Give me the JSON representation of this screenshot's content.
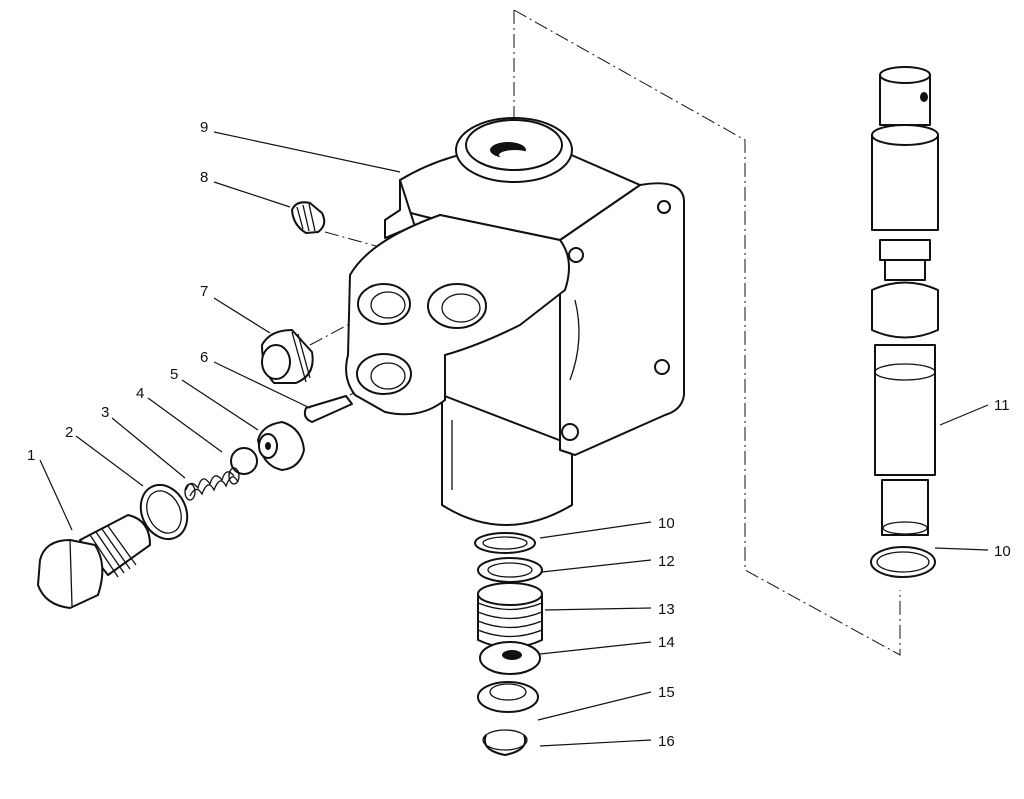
{
  "callouts": [
    {
      "id": "c1",
      "text": "1"
    },
    {
      "id": "c2",
      "text": "2"
    },
    {
      "id": "c3",
      "text": "3"
    },
    {
      "id": "c4",
      "text": "4"
    },
    {
      "id": "c5",
      "text": "5"
    },
    {
      "id": "c6",
      "text": "6"
    },
    {
      "id": "c7",
      "text": "7"
    },
    {
      "id": "c8",
      "text": "8"
    },
    {
      "id": "c9",
      "text": "9"
    },
    {
      "id": "c10a",
      "text": "10"
    },
    {
      "id": "c10b",
      "text": "10"
    },
    {
      "id": "c11",
      "text": "11"
    },
    {
      "id": "c12",
      "text": "12"
    },
    {
      "id": "c13",
      "text": "13"
    },
    {
      "id": "c14",
      "text": "14"
    },
    {
      "id": "c15",
      "text": "15"
    },
    {
      "id": "c16",
      "text": "16"
    }
  ]
}
